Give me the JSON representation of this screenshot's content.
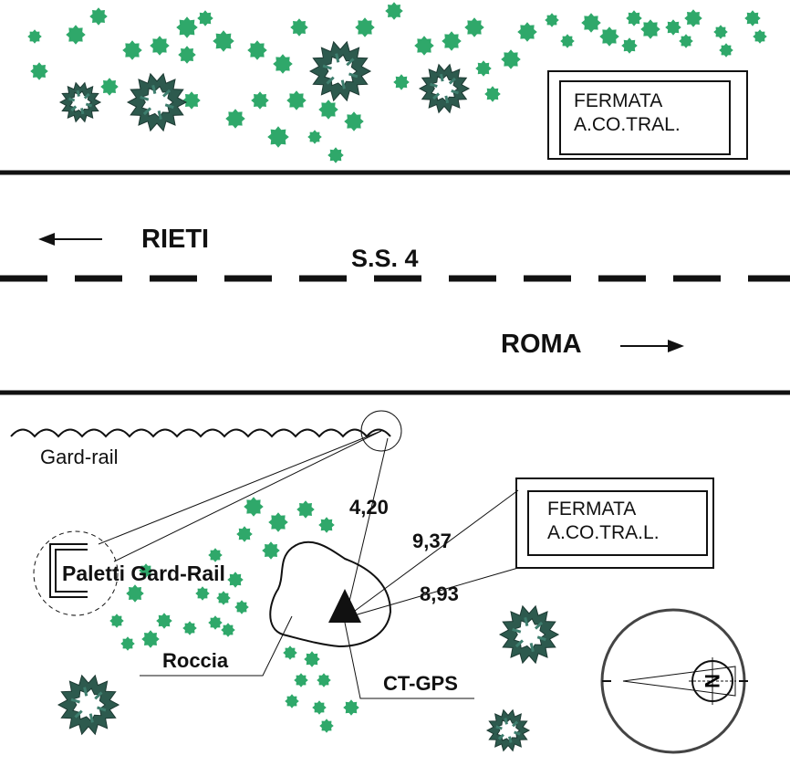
{
  "colors": {
    "ink": "#111111",
    "bush_light": "#2FA86A",
    "bush_dark": "#2D5A4E",
    "bush_dark_fill": "#3E7E6E"
  },
  "road": {
    "name": "S.S. 4",
    "direction_left": "RIETI",
    "direction_right": "ROMA"
  },
  "signs": {
    "top_stop": {
      "line1": "FERMATA",
      "line2": "A.CO.TRAL."
    },
    "bottom_stop": {
      "line1": "FERMATA",
      "line2": "A.CO.TRA.L."
    }
  },
  "labels": {
    "guard_rail": "Gard-rail",
    "guard_posts": "Paletti Gard-Rail",
    "rock": "Roccia",
    "marker": "CT-GPS"
  },
  "distances": {
    "to_guard_rail": "4,20",
    "to_top_stop": "9,37",
    "to_bottom_stop": "8,93"
  },
  "compass": {
    "north": "N",
    "icon": "compass-rose-icon"
  }
}
